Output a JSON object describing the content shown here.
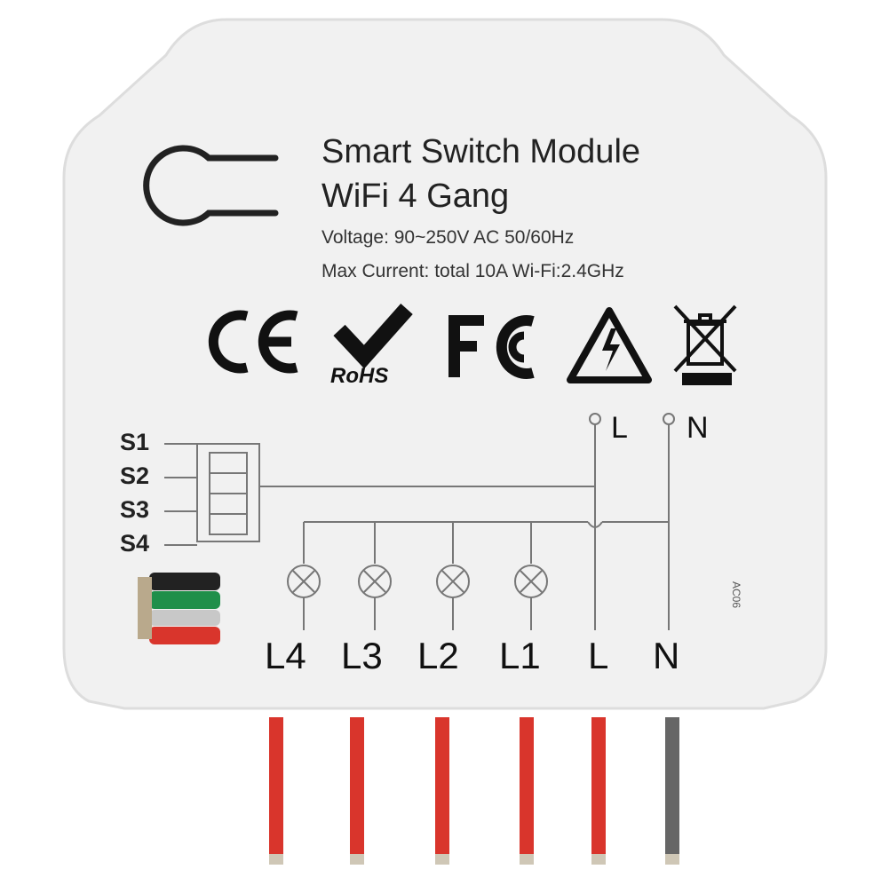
{
  "product": {
    "title_line1": "Smart Switch Module",
    "title_line2": "WiFi 4 Gang",
    "voltage": "Voltage: 90~250V AC 50/60Hz",
    "max_current": "Max Current: total 10A Wi-Fi:2.4GHz",
    "model_code": "AC06"
  },
  "certifications": {
    "ce": "CE",
    "rohs": "RoHS",
    "fcc": "FC",
    "icons": [
      "ce-mark-icon",
      "rohs-check-icon",
      "fcc-icon",
      "high-voltage-warning-icon",
      "weee-crossed-bin-icon"
    ]
  },
  "switch_inputs": [
    "S1",
    "S2",
    "S3",
    "S4"
  ],
  "power_inputs_top": [
    "L",
    "N"
  ],
  "bottom_terminals": [
    "L4",
    "L3",
    "L2",
    "L1",
    "L",
    "N"
  ],
  "wire_colors": {
    "live": "#d9352c",
    "neutral": "#666666",
    "switch_cable": [
      "#222222",
      "#1f8f4a",
      "#bbbbbb",
      "#d9352c"
    ]
  }
}
